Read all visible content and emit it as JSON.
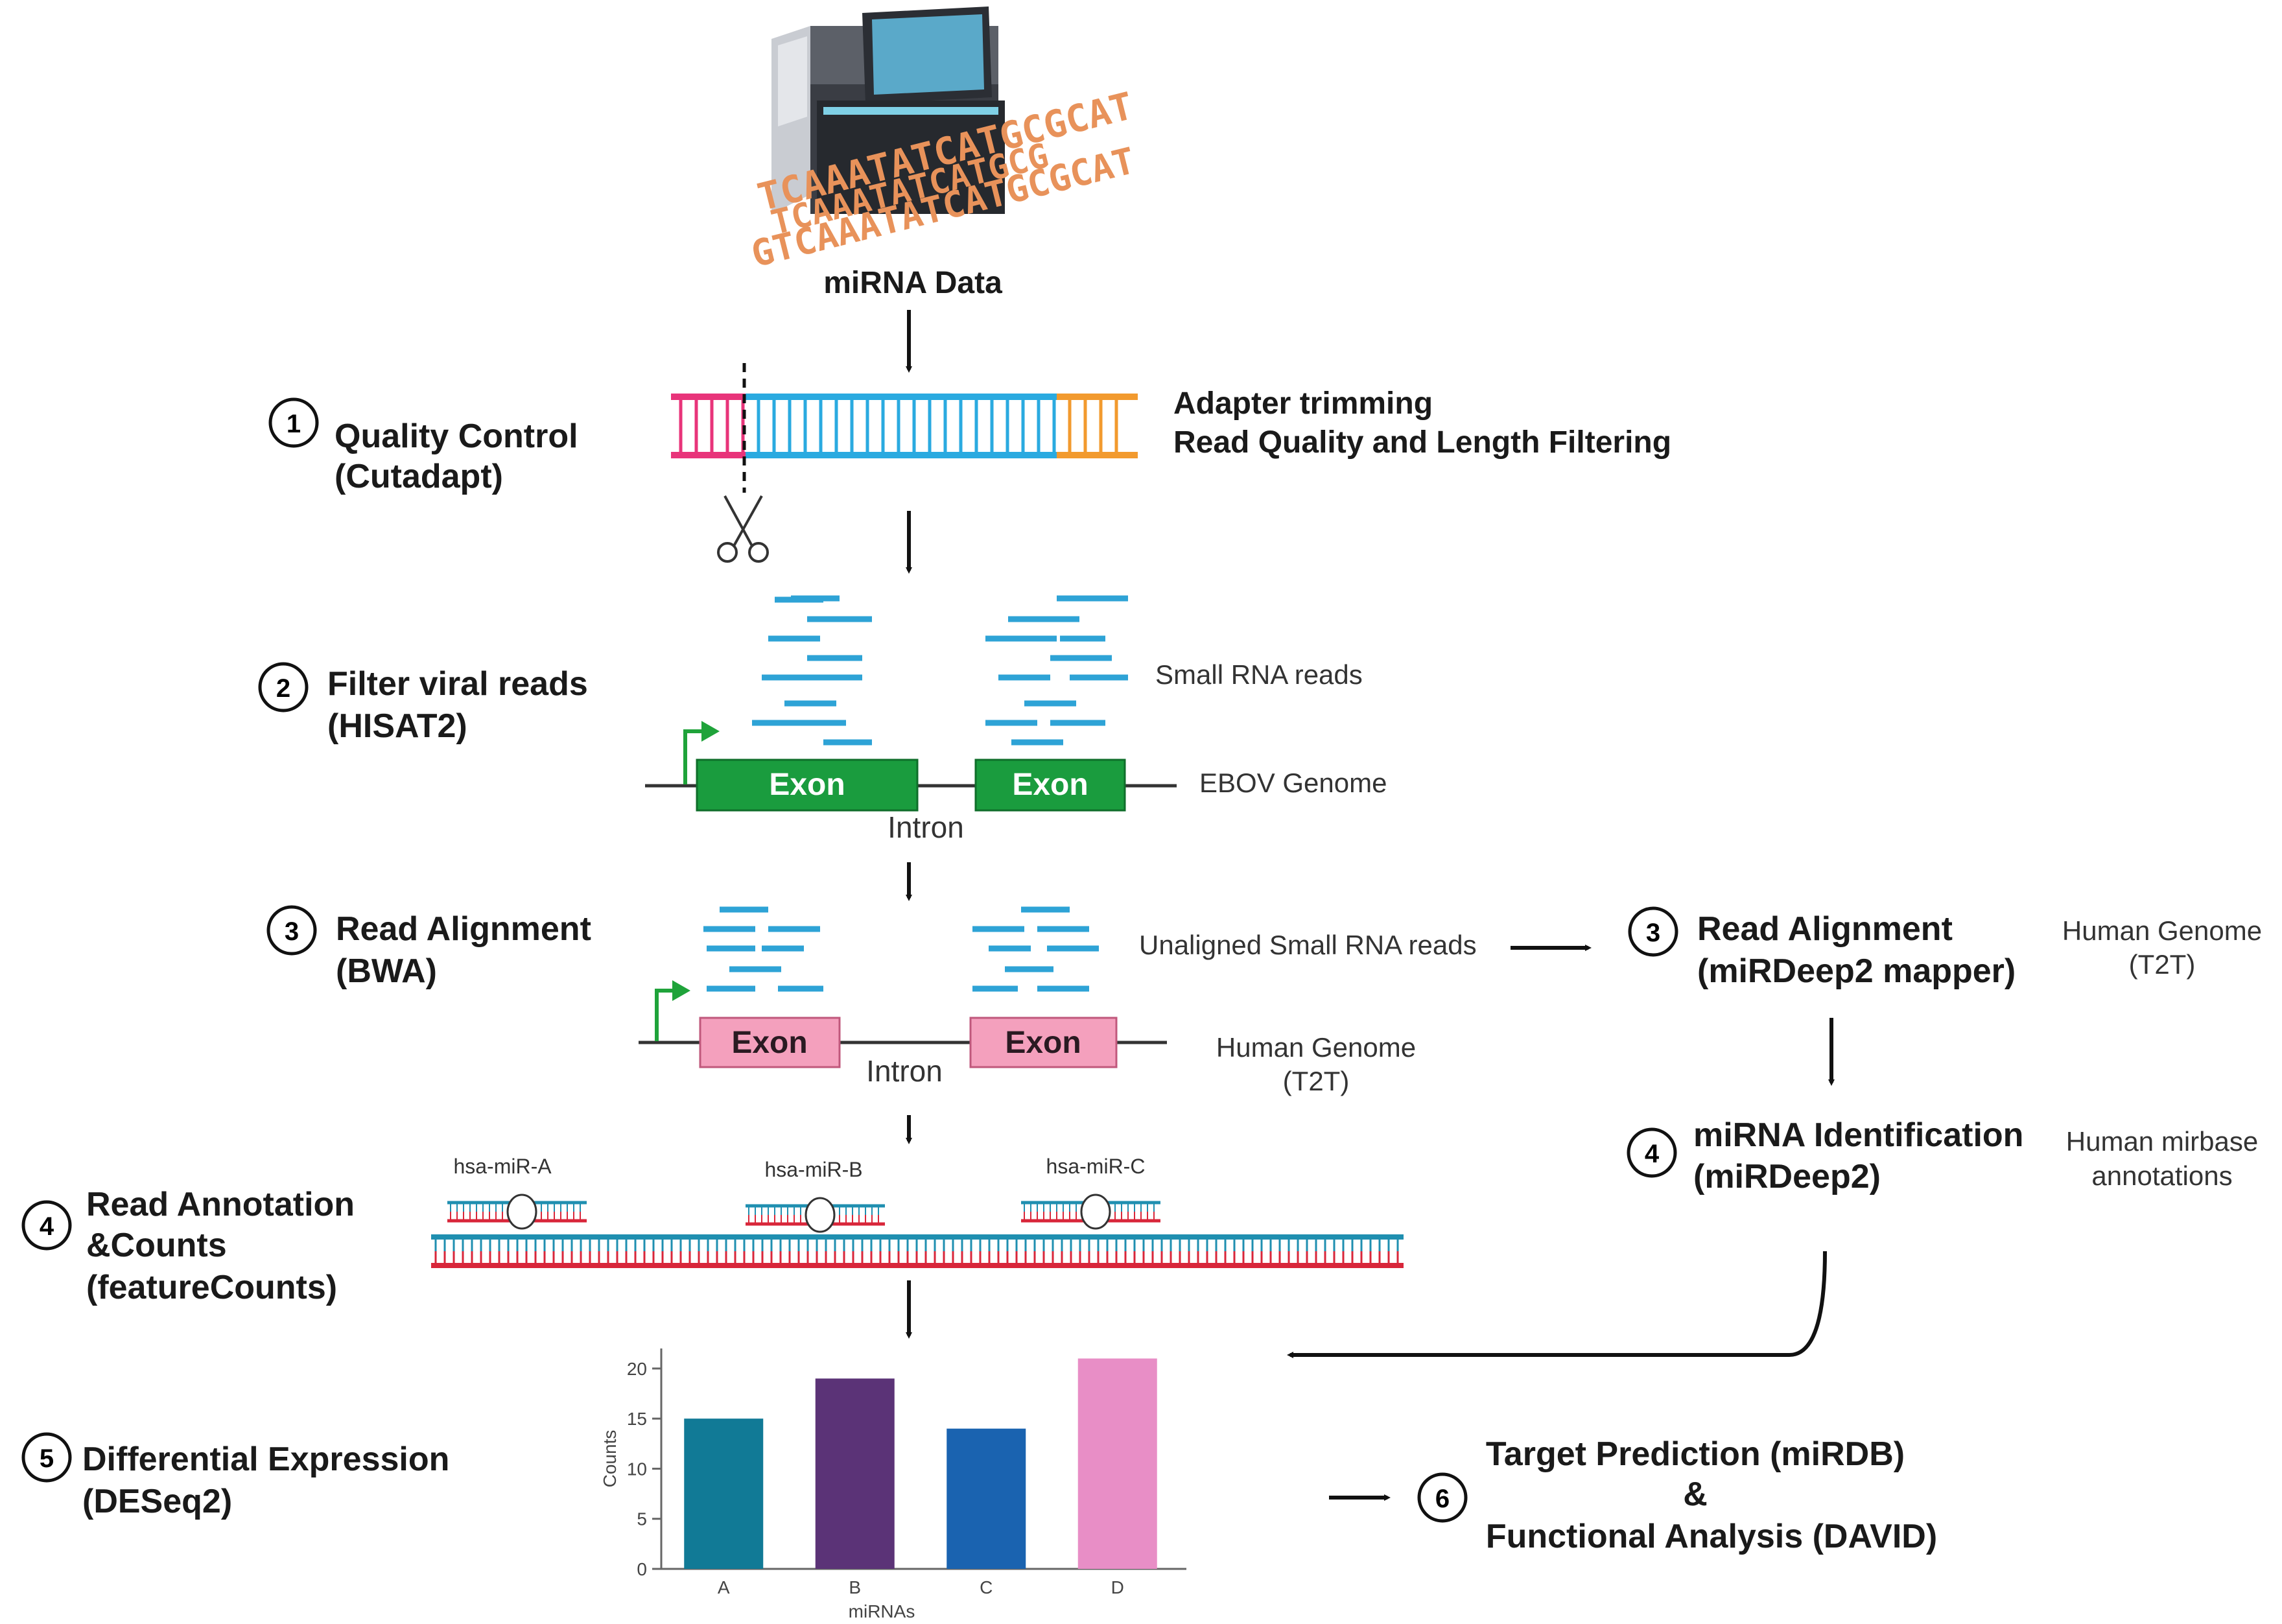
{
  "source": {
    "label": "miRNA Data",
    "dna_lines": [
      "TCAAATATCATGCGCAT",
      "TCAAATATCATGCG",
      "GTCAAATATCATGCGCAT"
    ]
  },
  "steps": {
    "qc": {
      "num": "1",
      "title": "Quality Control",
      "tool": "(Cutadapt)",
      "note1": "Adapter trimming",
      "note2": "Read Quality and Length Filtering"
    },
    "viral": {
      "num": "2",
      "title": "Filter viral reads",
      "tool": "(HISAT2)",
      "reads_label": "Small RNA reads",
      "exon_label": "Exon",
      "intron_label": "Intron",
      "genome_label": "EBOV Genome"
    },
    "align_bwa": {
      "num": "3",
      "title": "Read Alignment",
      "tool": "(BWA)",
      "reads_label": "Unaligned Small RNA reads",
      "exon_label": "Exon",
      "intron_label": "Intron",
      "genome_label1": "Human Genome",
      "genome_label2": "(T2T)"
    },
    "align_mirdeep": {
      "num": "3",
      "title": "Read Alignment",
      "tool": "(miRDeep2 mapper)",
      "genome_label1": "Human Genome",
      "genome_label2": "(T2T)"
    },
    "identification": {
      "num": "4",
      "title": "miRNA Identification",
      "tool": "(miRDeep2)",
      "note1": "Human mirbase",
      "note2": "annotations"
    },
    "annotation": {
      "num": "4",
      "title": "Read Annotation",
      "title2": "&Counts",
      "tool": "(featureCounts)",
      "mirna_labels": [
        "hsa-miR-A",
        "hsa-miR-B",
        "hsa-miR-C"
      ]
    },
    "de": {
      "num": "5",
      "title": "Differential Expression",
      "tool": "(DESeq2)"
    },
    "target": {
      "num": "6",
      "line1": "Target Prediction (miRDB)",
      "line2": "&",
      "line3": "Functional Analysis (DAVID)"
    }
  },
  "colors": {
    "exon_green": "#1a9c3e",
    "exon_pink": "#f4a0bd",
    "read_blue": "#2ea3d6",
    "promoter_green": "#1fa33a"
  },
  "chart_data": {
    "type": "bar",
    "categories": [
      "A",
      "B",
      "C",
      "D"
    ],
    "values": [
      15,
      19,
      14,
      21
    ],
    "colors": [
      "#117a96",
      "#5b3377",
      "#1a63b0",
      "#e88ec6"
    ],
    "xlabel": "miRNAs",
    "ylabel": "Counts",
    "ylim": [
      0,
      22
    ],
    "yticks": [
      0,
      5,
      10,
      15,
      20
    ]
  }
}
